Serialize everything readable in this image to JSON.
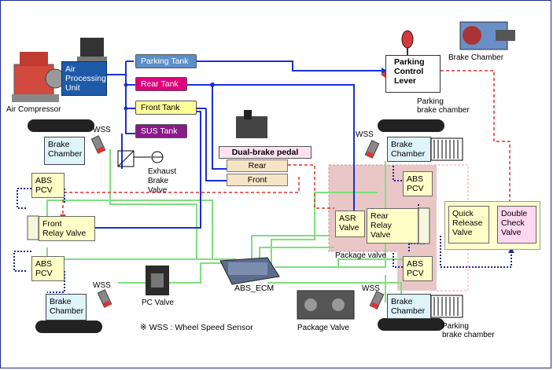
{
  "components": {
    "air_processing_unit": "Air\nProcessing\nUnit",
    "air_compressor": "Air Compressor",
    "parking_tank": "Parking Tank",
    "rear_tank": "Rear Tank",
    "front_tank": "Front Tank",
    "sus_tank": "SUS Tank",
    "exhaust_brake_valve": "Exhaust\nBrake\nValve",
    "dual_brake_pedal": "Dual-brake pedal",
    "pedal_rear": "Rear",
    "pedal_front": "Front",
    "parking_control_lever": "Parking\nControl\nLever",
    "brake_chamber_title": "Brake Chamber",
    "parking_brake_chamber_top": "Parking\nbrake chamber",
    "parking_brake_chamber_bottom": "Parking\nbrake chamber",
    "brake_chamber_fl": "Brake\nChamber",
    "brake_chamber_rl": "Brake\nChamber",
    "brake_chamber_fr": "Brake\nChamber",
    "brake_chamber_rr": "Brake\nChamber",
    "abs_pcv_fl": "ABS\nPCV",
    "abs_pcv_rl": "ABS\nPCV",
    "abs_pcv_fr": "ABS\nPCV",
    "abs_pcv_rr": "ABS\nPCV",
    "front_relay_valve": "Front\nRelay Valve",
    "asr_valve": "ASR\nValve",
    "rear_relay_valve": "Rear\nRelay\nValve",
    "package_valve": "Package valve",
    "quick_release_valve": "Quick\nRelease\nValve",
    "double_check_valve": "Double\nCheck\nValve",
    "abs_ecm": "ABS_ECM",
    "pc_valve": "PC Valve",
    "package_valve_photo": "Package Valve",
    "wss_1": "WSS",
    "wss_2": "WSS",
    "wss_3": "WSS",
    "wss_4": "WSS",
    "footnote": "※ WSS : Wheel Speed Sensor"
  },
  "colors": {
    "parking_tank": "#5b8fc9",
    "rear_tank": "#e0007a",
    "front_tank": "#ffff99",
    "sus_tank": "#8b1a8b",
    "air_unit": "#1f5aa8",
    "chamber": "#dff3fb",
    "valve": "#ffffc8",
    "package_bg": "#e8c2c2",
    "blue_line": "#1a2fd8",
    "green_line": "#7ee07e",
    "red_dash": "#e03030",
    "navy_dot": "#1a2a8c"
  }
}
